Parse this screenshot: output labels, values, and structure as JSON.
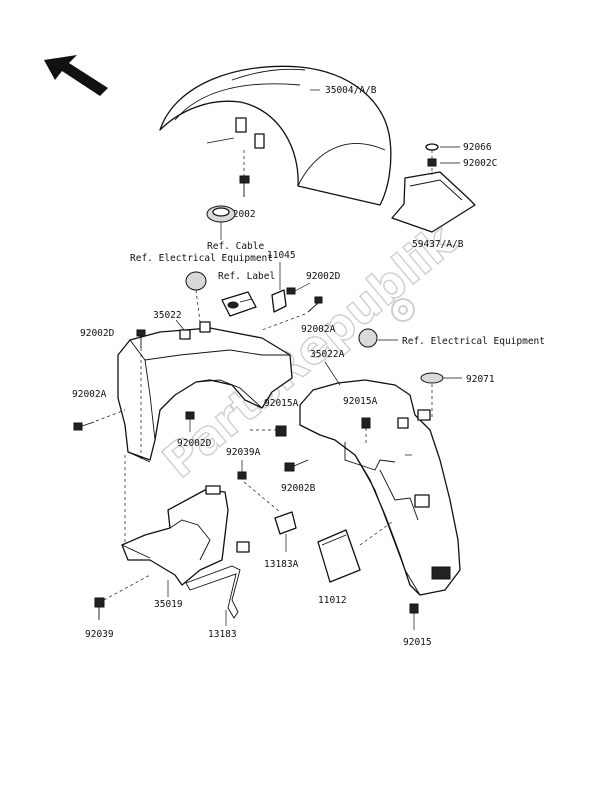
{
  "watermark": "PartsRepublik",
  "labels": {
    "p35004": "35004/A/B",
    "p92066": "92066",
    "p92002c": "92002C",
    "p92002": "92002",
    "p59437": "59437/A/B",
    "ref_cable": "Ref. Cable",
    "ref_elec_1": "Ref. Electrical Equipment",
    "p11045": "11045",
    "p92002d_top": "92002D",
    "ref_label": "Ref. Label",
    "p35022": "35022",
    "p92002a_mid": "92002A",
    "p92002d_left": "92002D",
    "ref_elec_2": "Ref. Electrical Equipment",
    "p35022a": "35022A",
    "p92071": "92071",
    "p92002a_left": "92002A",
    "p92015a_1": "92015A",
    "p92015a_2": "92015A",
    "p92002d_bottom": "92002D",
    "p92039a": "92039A",
    "p92002b": "92002B",
    "p13183a": "13183A",
    "p11012": "11012",
    "p35019": "35019",
    "p13183": "13183",
    "p92039": "92039",
    "p92015": "92015"
  }
}
